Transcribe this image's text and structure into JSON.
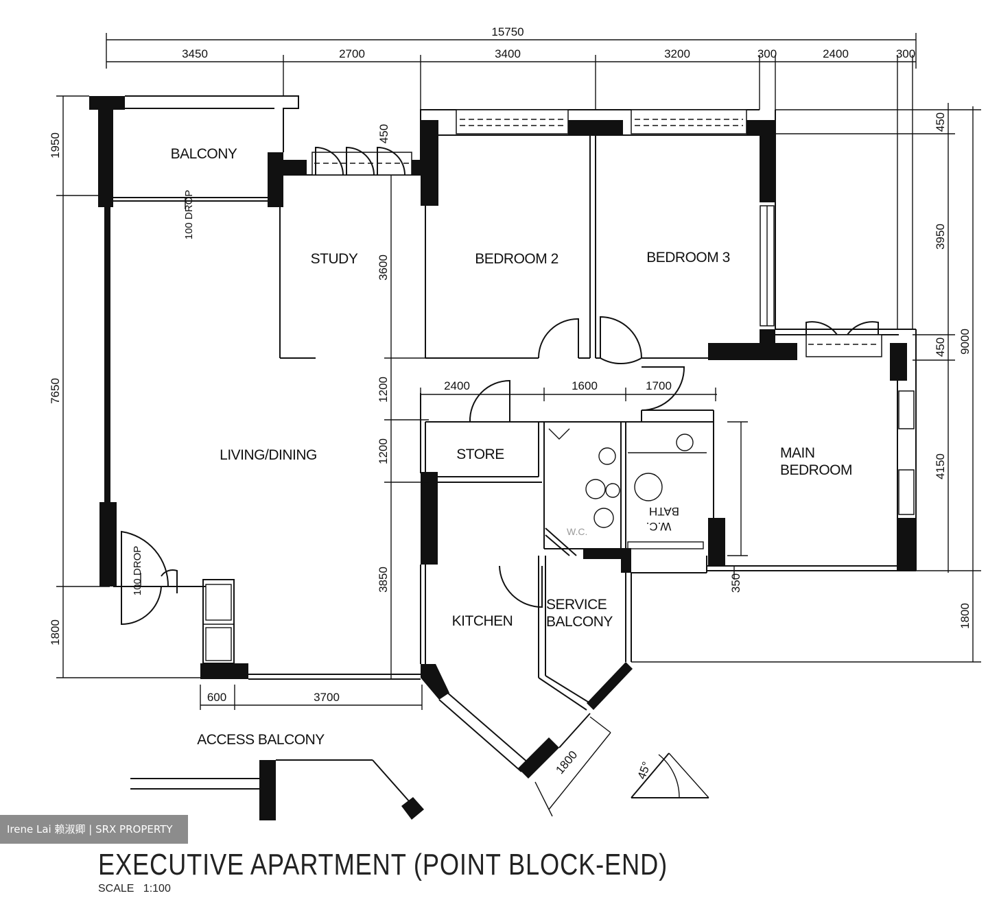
{
  "dimensions": {
    "overall_width": "15750",
    "top": [
      "3450",
      "2700",
      "3400",
      "3200",
      "300",
      "2400",
      "300"
    ],
    "left": [
      "1950",
      "7650",
      "1800"
    ],
    "right": [
      "450",
      "3950",
      "450",
      "4150",
      "9000",
      "1800"
    ],
    "internal": {
      "study_depth": "3600",
      "balcony_window": "450",
      "corridor": "1200",
      "store_h": "1200",
      "kitchen_h": "3850",
      "corridor_a": "2400",
      "corridor_b": "1600",
      "corridor_c": "1700",
      "main_bath": "350",
      "bottom_a": "600",
      "bottom_b": "3700",
      "diagonal": "1800"
    }
  },
  "drop_labels": [
    "100 DROP",
    "100 DROP"
  ],
  "rooms": {
    "balcony": "BALCONY",
    "study": "STUDY",
    "bedroom2": "BEDROOM 2",
    "bedroom3": "BEDROOM 3",
    "living": "LIVING/DINING",
    "store": "STORE",
    "main_bedroom_line1": "MAIN",
    "main_bedroom_line2": "BEDROOM",
    "kitchen": "KITCHEN",
    "service_line1": "SERVICE",
    "service_line2": "BALCONY",
    "wc": "W.C.",
    "bath_line1": "BATH",
    "bath_line2": "W.C.",
    "access_balcony": "ACCESS BALCONY",
    "angle": "45°"
  },
  "title": "EXECUTIVE APARTMENT (POINT BLOCK-END)",
  "scale": "SCALE   1:100",
  "watermark": "Irene Lai 赖淑卿 | SRX PROPERTY"
}
